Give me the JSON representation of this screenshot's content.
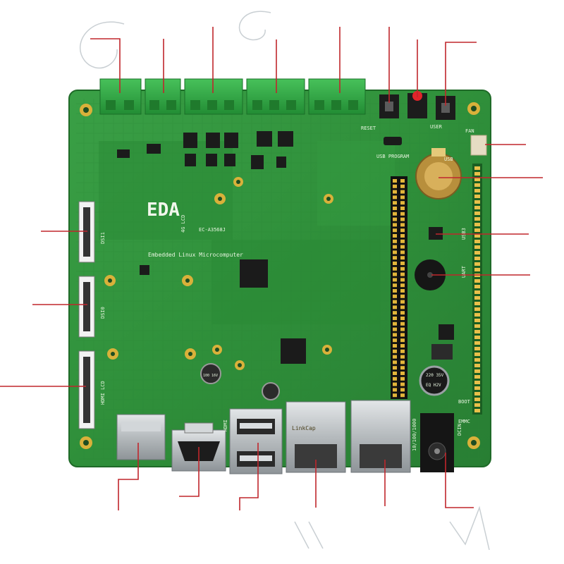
{
  "board": {
    "logo": "EDA",
    "logo_sub": "Embedded Linux Microcomputer",
    "model": "EC-A3568J",
    "silkscreen": {
      "lcd_4g": "4G LCD",
      "dsi1": "DSI1",
      "dsi0": "DSI0",
      "hdmi_lcd": "HDMI LCD",
      "reset": "RESET",
      "user": "USER",
      "usb_program": "USB PROGRAM",
      "fan": "FAN",
      "usb": "USB",
      "usb3": "USB3",
      "uart": "UART",
      "boot": "BOOT",
      "emmc": "EMMC",
      "dcin": "DCIN",
      "hdmi": "HDMI",
      "eth_speed": "10/100/1000",
      "linkcap": "LinkCap",
      "cap_rating": "220 35V",
      "cap_code": "EQ H2V",
      "small_cap": "100 16V"
    }
  },
  "colors": {
    "pcb": "#2f8f3a",
    "pcb_dark": "#24732d",
    "terminal": "#2eaa43",
    "callout": "#c0262c",
    "chip": "#1b1b1b",
    "metal": "#b9bec2"
  },
  "callouts": [
    {
      "name": "terminal-block-1"
    },
    {
      "name": "terminal-block-2"
    },
    {
      "name": "terminal-block-3"
    },
    {
      "name": "terminal-block-4"
    },
    {
      "name": "terminal-block-5"
    },
    {
      "name": "reset-button"
    },
    {
      "name": "led-indicator"
    },
    {
      "name": "user-button"
    },
    {
      "name": "fan-connector"
    },
    {
      "name": "rtc-battery"
    },
    {
      "name": "usb-program-chip"
    },
    {
      "name": "buzzer"
    },
    {
      "name": "mipi-connector-1"
    },
    {
      "name": "mipi-connector-2"
    },
    {
      "name": "hdmi-lcd-connector"
    },
    {
      "name": "tf-card-slot"
    },
    {
      "name": "hdmi-port"
    },
    {
      "name": "usb-port"
    },
    {
      "name": "ethernet-port-1"
    },
    {
      "name": "ethernet-port-2"
    },
    {
      "name": "dc-power-jack"
    }
  ]
}
